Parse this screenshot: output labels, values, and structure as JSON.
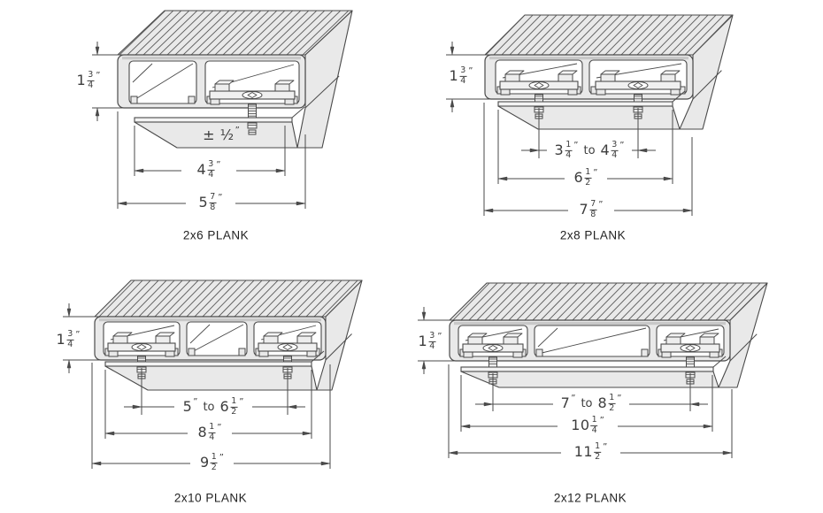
{
  "colors": {
    "metal_fill": "#e9e9e9",
    "metal_dark": "#c8c8c8",
    "line": "#4a4a4a",
    "dim_text": "#3d3d3d",
    "chamber": "#ffffff",
    "caption_text": "#222222"
  },
  "diagrams": [
    {
      "id": "2x6",
      "caption": "2x6 PLANK",
      "specs": {
        "height": "1 3/4\"",
        "clip_offset": "± 1/2\"",
        "flange_width": "4 3/4\"",
        "overall_width": "5 7/8\""
      },
      "height_dim": {
        "text": "1 3/4\"",
        "parts": [
          {
            "w": "1"
          },
          {
            "f": [
              "3",
              "4"
            ]
          },
          {
            "q": true
          }
        ]
      },
      "note_dim": {
        "text": "± 1/2\"",
        "parts": [
          {
            "w": "± ½"
          },
          {
            "q": true
          }
        ]
      },
      "width_dims": [
        {
          "name": "flange",
          "text": "4 3/4\"",
          "parts": [
            {
              "w": "4"
            },
            {
              "f": [
                "3",
                "4"
              ]
            },
            {
              "q": true
            }
          ]
        },
        {
          "name": "overall",
          "text": "5 7/8\"",
          "parts": [
            {
              "w": "5"
            },
            {
              "f": [
                "7",
                "8"
              ]
            },
            {
              "q": true
            }
          ]
        }
      ]
    },
    {
      "id": "2x8",
      "caption": "2x8 PLANK",
      "specs": {
        "height": "1 3/4\"",
        "clip_spacing": "3 1/4\" to 4 3/4\"",
        "flange_width": "6 1/2\"",
        "overall_width": "7 7/8\""
      },
      "height_dim": {
        "text": "1 3/4\"",
        "parts": [
          {
            "w": "1"
          },
          {
            "f": [
              "3",
              "4"
            ]
          },
          {
            "q": true
          }
        ]
      },
      "range_dim": {
        "text": "3 1/4\" to 4 3/4\"",
        "parts": [
          {
            "w": "3"
          },
          {
            "f": [
              "1",
              "4"
            ]
          },
          {
            "q": true
          },
          {
            "to": "to"
          },
          {
            "w": "4"
          },
          {
            "f": [
              "3",
              "4"
            ]
          },
          {
            "q": true
          }
        ]
      },
      "width_dims": [
        {
          "name": "flange",
          "text": "6 1/2\"",
          "parts": [
            {
              "w": "6"
            },
            {
              "f": [
                "1",
                "2"
              ]
            },
            {
              "q": true
            }
          ]
        },
        {
          "name": "overall",
          "text": "7 7/8\"",
          "parts": [
            {
              "w": "7"
            },
            {
              "f": [
                "7",
                "8"
              ]
            },
            {
              "q": true
            }
          ]
        }
      ]
    },
    {
      "id": "2x10",
      "caption": "2x10 PLANK",
      "specs": {
        "height": "1 3/4\"",
        "clip_spacing": "5\" to 6 1/2\"",
        "flange_width": "8 1/4\"",
        "overall_width": "9 1/2\""
      },
      "height_dim": {
        "text": "1 3/4\"",
        "parts": [
          {
            "w": "1"
          },
          {
            "f": [
              "3",
              "4"
            ]
          },
          {
            "q": true
          }
        ]
      },
      "range_dim": {
        "text": "5\" to 6 1/2\"",
        "parts": [
          {
            "w": "5"
          },
          {
            "q": true
          },
          {
            "to": "to"
          },
          {
            "w": "6"
          },
          {
            "f": [
              "1",
              "2"
            ]
          },
          {
            "q": true
          }
        ]
      },
      "width_dims": [
        {
          "name": "flange",
          "text": "8 1/4\"",
          "parts": [
            {
              "w": "8"
            },
            {
              "f": [
                "1",
                "4"
              ]
            },
            {
              "q": true
            }
          ]
        },
        {
          "name": "overall",
          "text": "9 1/2\"",
          "parts": [
            {
              "w": "9"
            },
            {
              "f": [
                "1",
                "2"
              ]
            },
            {
              "q": true
            }
          ]
        }
      ]
    },
    {
      "id": "2x12",
      "caption": "2x12 PLANK",
      "specs": {
        "height": "1 3/4\"",
        "clip_spacing": "7\" to 8 1/2\"",
        "flange_width": "10 1/4\"",
        "overall_width": "11 1/2\""
      },
      "height_dim": {
        "text": "1 3/4\"",
        "parts": [
          {
            "w": "1"
          },
          {
            "f": [
              "3",
              "4"
            ]
          },
          {
            "q": true
          }
        ]
      },
      "range_dim": {
        "text": "7\" to 8 1/2\"",
        "parts": [
          {
            "w": "7"
          },
          {
            "q": true
          },
          {
            "to": "to"
          },
          {
            "w": "8"
          },
          {
            "f": [
              "1",
              "2"
            ]
          },
          {
            "q": true
          }
        ]
      },
      "width_dims": [
        {
          "name": "flange",
          "text": "10 1/4\"",
          "parts": [
            {
              "w": "10"
            },
            {
              "f": [
                "1",
                "4"
              ]
            },
            {
              "q": true
            }
          ]
        },
        {
          "name": "overall",
          "text": "11 1/2\"",
          "parts": [
            {
              "w": "11"
            },
            {
              "f": [
                "1",
                "2"
              ]
            },
            {
              "q": true
            }
          ]
        }
      ]
    }
  ]
}
